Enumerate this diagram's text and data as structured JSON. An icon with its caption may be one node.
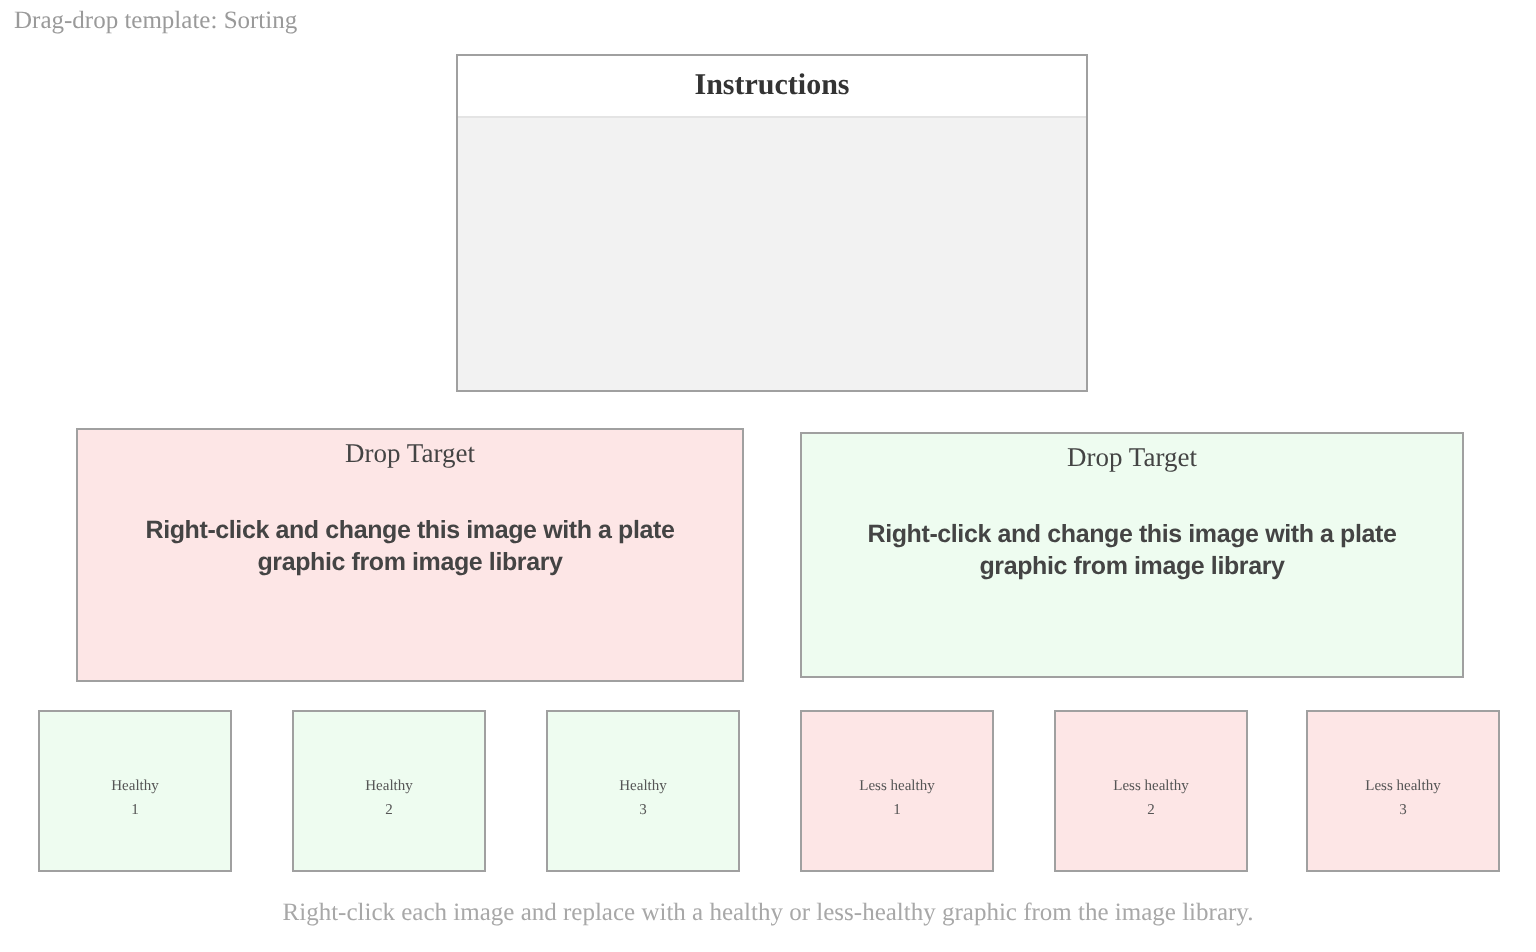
{
  "diagram": {
    "title": "Drag-drop template: Sorting",
    "caption": "Right-click each image and replace with a healthy or less-healthy graphic from the image library.",
    "nodes": [
      {
        "text": [
          "Instructions"
        ]
      },
      {
        "text": [
          "Drop Target",
          "Right-click and change this image with a plate graphic from image library"
        ]
      },
      {
        "text": [
          "Drop Target",
          "Right-click and change this image with a plate graphic from image library"
        ]
      },
      {
        "text": [
          "Healthy",
          "1"
        ]
      },
      {
        "text": [
          "Healthy",
          "2"
        ]
      },
      {
        "text": [
          "Healthy",
          "3"
        ]
      },
      {
        "text": [
          "Less healthy",
          "1"
        ]
      },
      {
        "text": [
          "Less healthy",
          "2"
        ]
      },
      {
        "text": [
          "Less healthy",
          "3"
        ]
      }
    ]
  }
}
